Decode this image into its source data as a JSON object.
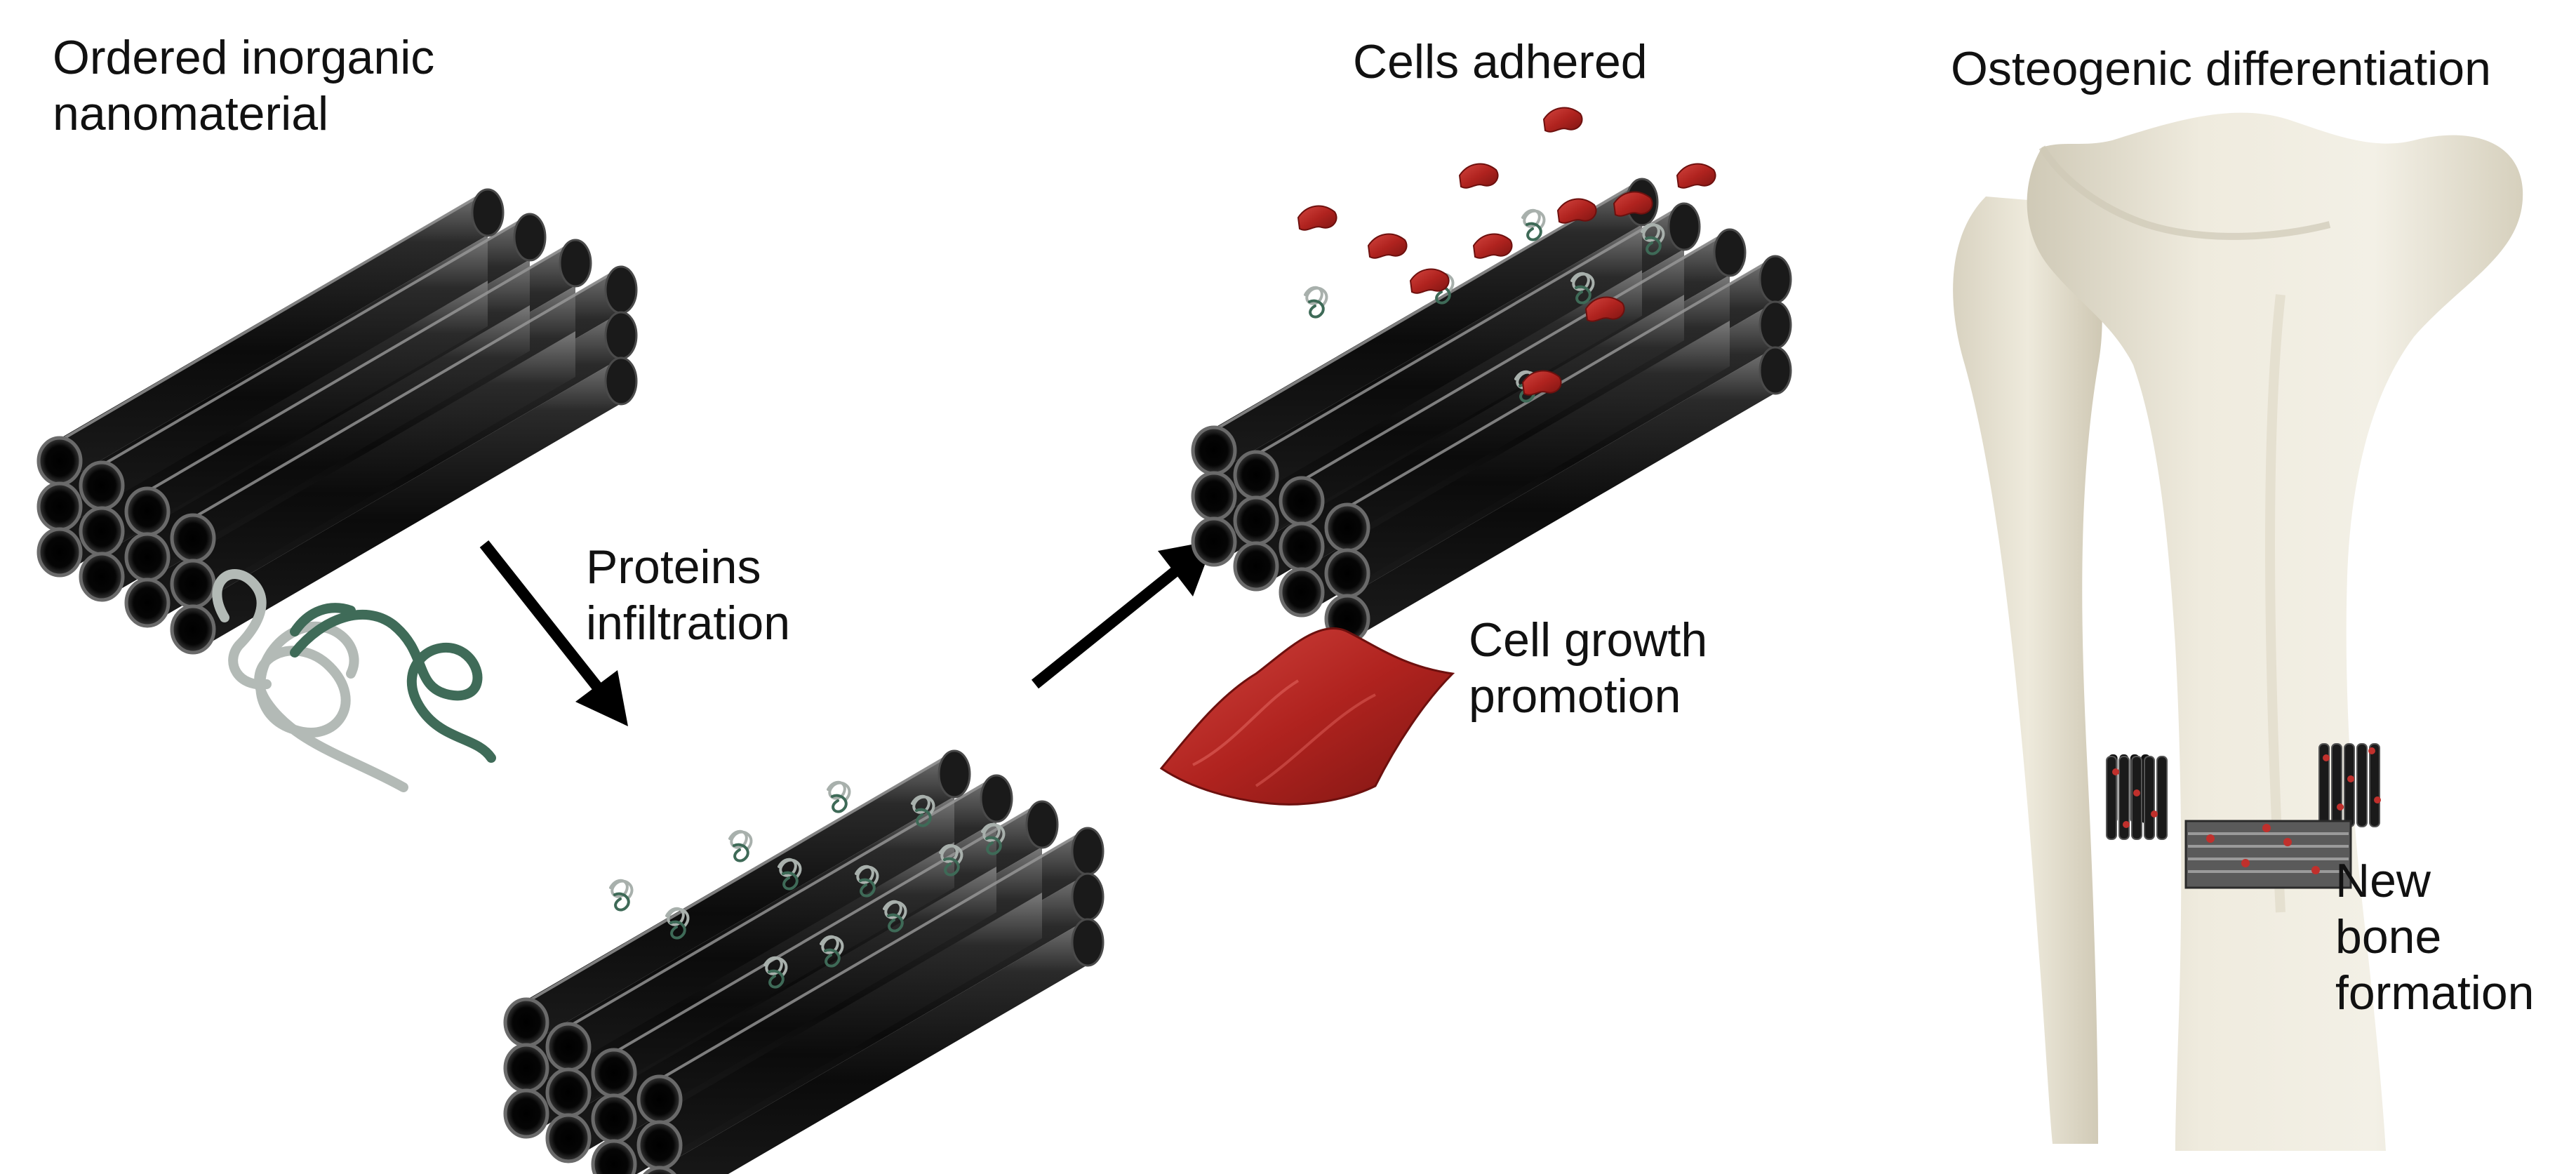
{
  "labels": {
    "ordered_material": "Ordered inorganic\nnanomaterial",
    "proteins": "Proteins\ninfiltration",
    "cells_adhered": "Cells adhered",
    "cell_growth": "Cell growth\npromotion",
    "osteogenic": "Osteogenic differentiation",
    "new_bone": "New\nbone\nformation"
  },
  "colors": {
    "background": "#ffffff",
    "tube_dark": "#0d0d0d",
    "tube_mid": "#2c2c2c",
    "tube_highlight": "#8a8a8a",
    "protein_grey": "#a8b0ac",
    "protein_green": "#3e6a57",
    "cell_red": "#c0302c",
    "bone": "#ece8da",
    "bone_shadow": "#c9c3b0",
    "arrow": "#000000"
  },
  "icons": {
    "bundle": "nanotube-bundle-icon",
    "protein": "protein-coil-icon",
    "cell": "cell-sheet-icon",
    "bone": "tibia-bone-icon",
    "arrow": "process-arrow-icon"
  }
}
